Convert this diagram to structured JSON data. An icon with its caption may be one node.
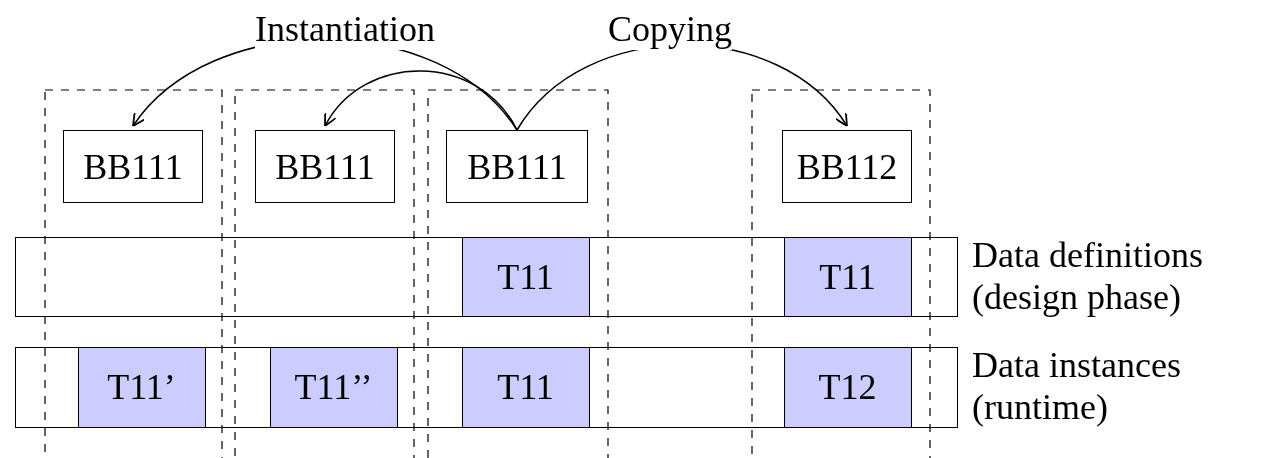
{
  "diagram": {
    "nodes": [
      {
        "text": [
          "BB111"
        ]
      },
      {
        "text": [
          "BB111"
        ]
      },
      {
        "text": [
          "BB111"
        ]
      },
      {
        "text": [
          "BB112"
        ]
      },
      {
        "text": [],
        "shape": "bar",
        "beside": [
          "Data definitions (design phase)"
        ]
      },
      {
        "text": [
          "T11"
        ],
        "in": 4
      },
      {
        "text": [
          "T11"
        ],
        "in": 4
      },
      {
        "text": [],
        "shape": "bar",
        "beside": [
          "Data instances (runtime)"
        ]
      },
      {
        "text": [
          "T11’"
        ],
        "in": 7
      },
      {
        "text": [
          "T11’’"
        ],
        "in": 7
      },
      {
        "text": [
          "T11"
        ],
        "in": 7
      },
      {
        "text": [
          "T12"
        ],
        "in": 7
      }
    ],
    "edges": [
      {
        "from": 2,
        "to": 0,
        "arrow": "to",
        "label": "Instantiation"
      },
      {
        "from": 2,
        "to": 1,
        "arrow": "to"
      },
      {
        "from": 2,
        "to": 3,
        "arrow": "to",
        "label": "Copying"
      }
    ]
  }
}
